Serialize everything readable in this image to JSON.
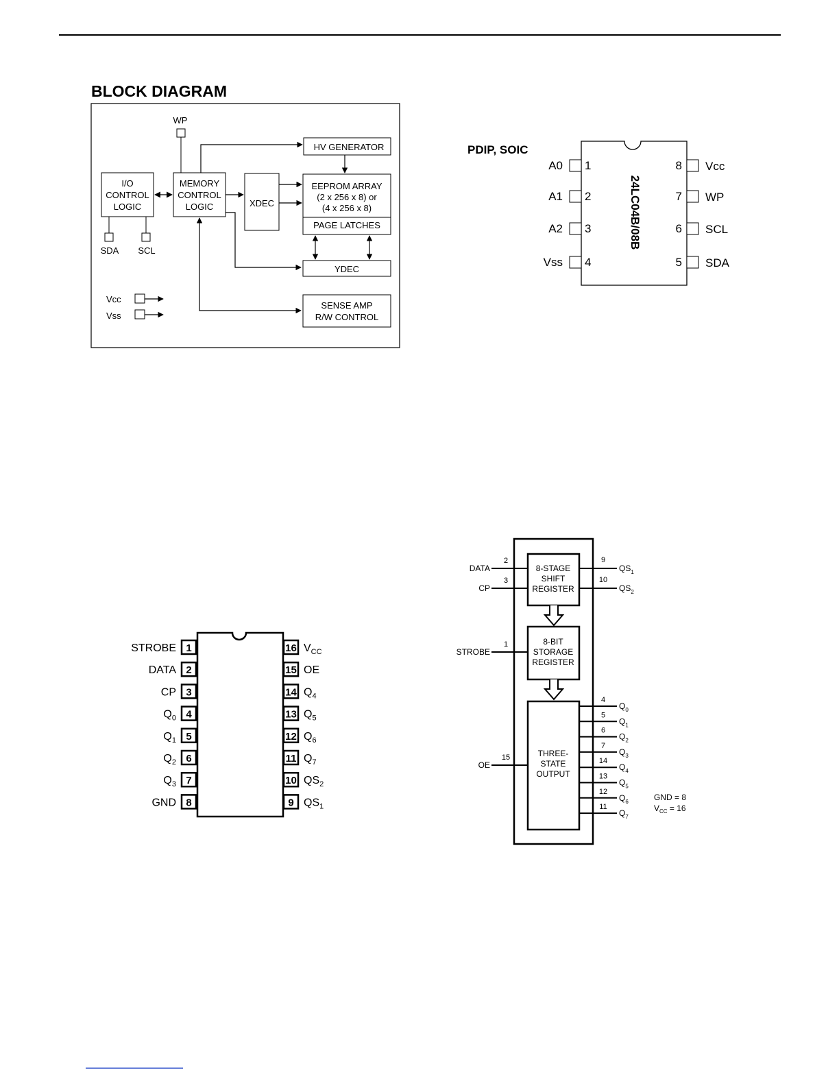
{
  "block_diagram": {
    "title": "BLOCK DIAGRAM",
    "wp": "WP",
    "io_logic": [
      "I/O",
      "CONTROL",
      "LOGIC"
    ],
    "memory_logic": [
      "MEMORY",
      "CONTROL",
      "LOGIC"
    ],
    "xdec": "XDEC",
    "hv_generator": "HV GENERATOR",
    "eeprom_array": [
      "EEPROM ARRAY",
      "(2 x 256 x 8) or",
      "(4 x 256 x 8)"
    ],
    "page_latches": "PAGE LATCHES",
    "ydec": "YDEC",
    "sense_amp": [
      "SENSE AMP",
      "R/W CONTROL"
    ],
    "sda": "SDA",
    "scl": "SCL",
    "vcc": "Vcc",
    "vss": "Vss"
  },
  "pdip_soic": {
    "title": "PDIP, SOIC",
    "part": "24LC04B/08B",
    "left_pins": [
      {
        "name": "A0",
        "num": "1"
      },
      {
        "name": "A1",
        "num": "2"
      },
      {
        "name": "A2",
        "num": "3"
      },
      {
        "name": "Vss",
        "num": "4"
      }
    ],
    "right_pins": [
      {
        "name": "Vcc",
        "num": "8"
      },
      {
        "name": "WP",
        "num": "7"
      },
      {
        "name": "SCL",
        "num": "6"
      },
      {
        "name": "SDA",
        "num": "5"
      }
    ]
  },
  "dip16": {
    "left_pins": [
      {
        "name": "STROBE",
        "sub": "",
        "num": "1"
      },
      {
        "name": "DATA",
        "sub": "",
        "num": "2"
      },
      {
        "name": "CP",
        "sub": "",
        "num": "3"
      },
      {
        "name": "Q",
        "sub": "0",
        "num": "4"
      },
      {
        "name": "Q",
        "sub": "1",
        "num": "5"
      },
      {
        "name": "Q",
        "sub": "2",
        "num": "6"
      },
      {
        "name": "Q",
        "sub": "3",
        "num": "7"
      },
      {
        "name": "GND",
        "sub": "",
        "num": "8"
      }
    ],
    "right_pins": [
      {
        "name": "V",
        "sub": "CC",
        "num": "16"
      },
      {
        "name": "OE",
        "sub": "",
        "num": "15"
      },
      {
        "name": "Q",
        "sub": "4",
        "num": "14"
      },
      {
        "name": "Q",
        "sub": "5",
        "num": "13"
      },
      {
        "name": "Q",
        "sub": "6",
        "num": "12"
      },
      {
        "name": "Q",
        "sub": "7",
        "num": "11"
      },
      {
        "name": "QS",
        "sub": "2",
        "num": "10"
      },
      {
        "name": "QS",
        "sub": "1",
        "num": "9"
      }
    ]
  },
  "logic_diagram": {
    "shift_register": [
      "8-STAGE",
      "SHIFT",
      "REGISTER"
    ],
    "storage_register": [
      "8-BIT",
      "STORAGE",
      "REGISTER"
    ],
    "output": [
      "THREE-",
      "STATE",
      "OUTPUT"
    ],
    "inputs": [
      {
        "name": "DATA",
        "num": "2"
      },
      {
        "name": "CP",
        "num": "3"
      },
      {
        "name": "STROBE",
        "num": "1"
      },
      {
        "name": "OE",
        "num": "15"
      }
    ],
    "shift_outputs": [
      {
        "name": "QS",
        "sub": "1",
        "num": "9"
      },
      {
        "name": "QS",
        "sub": "2",
        "num": "10"
      }
    ],
    "outputs": [
      {
        "name": "Q",
        "sub": "0",
        "num": "4"
      },
      {
        "name": "Q",
        "sub": "1",
        "num": "5"
      },
      {
        "name": "Q",
        "sub": "2",
        "num": "6"
      },
      {
        "name": "Q",
        "sub": "3",
        "num": "7"
      },
      {
        "name": "Q",
        "sub": "4",
        "num": "14"
      },
      {
        "name": "Q",
        "sub": "5",
        "num": "13"
      },
      {
        "name": "Q",
        "sub": "6",
        "num": "12"
      },
      {
        "name": "Q",
        "sub": "7",
        "num": "11"
      }
    ],
    "gnd_note": "GND = 8",
    "vcc_note": {
      "name": "V",
      "sub": "CC",
      "rest": " = 16"
    }
  }
}
